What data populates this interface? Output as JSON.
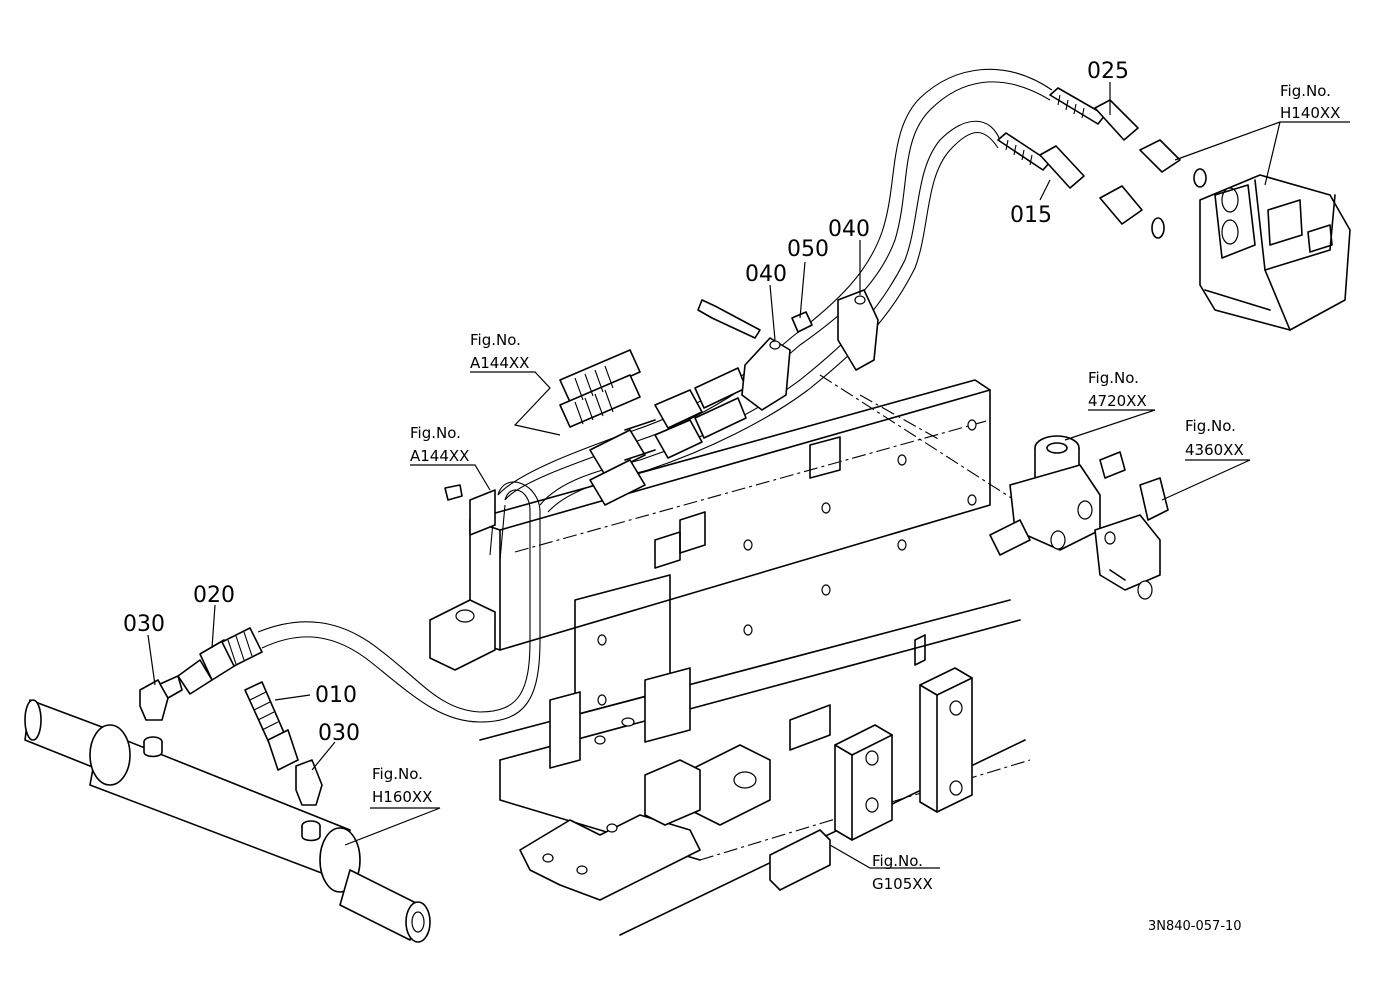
{
  "drawing_number": "3N840-057-10",
  "callouts": {
    "c025": "025",
    "c015": "015",
    "c040a": "040",
    "c040b": "040",
    "c050": "050",
    "c020": "020",
    "c030a": "030",
    "c010": "010",
    "c030b": "030"
  },
  "figure_refs": {
    "h140": {
      "label": "Fig.No.",
      "code": "H140XX"
    },
    "a144_upper": {
      "label": "Fig.No.",
      "code": "A144XX"
    },
    "a144_lower": {
      "label": "Fig.No.",
      "code": "A144XX"
    },
    "r4720": {
      "label": "Fig.No.",
      "code": "4720XX"
    },
    "r4360": {
      "label": "Fig.No.",
      "code": "4360XX"
    },
    "h160": {
      "label": "Fig.No.",
      "code": "H160XX"
    },
    "g105": {
      "label": "Fig.No.",
      "code": "G105XX"
    }
  },
  "colors": {
    "ink": "#000000",
    "paper": "#ffffff"
  }
}
